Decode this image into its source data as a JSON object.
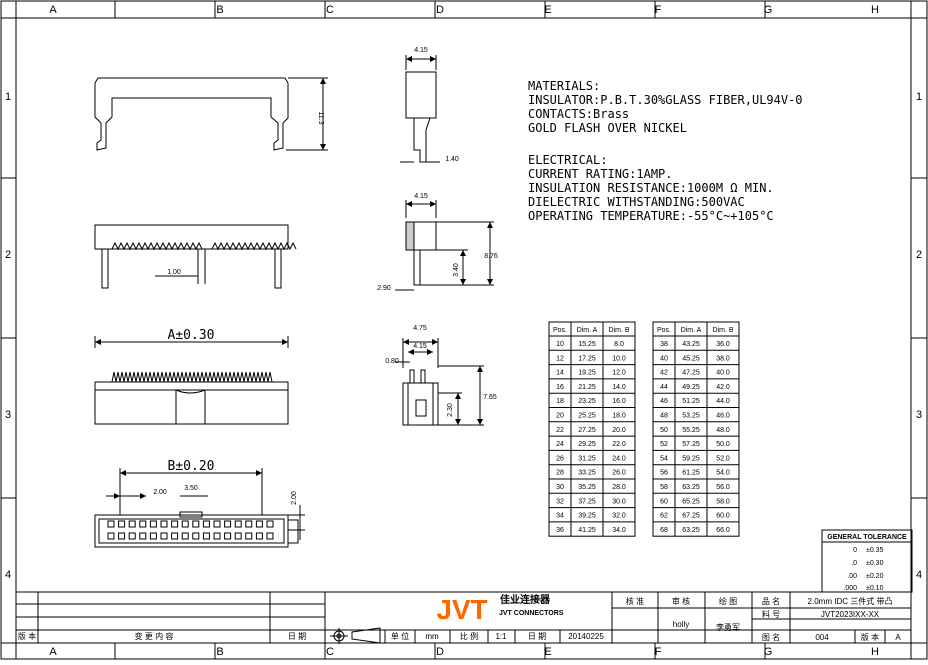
{
  "frame": {
    "columns": [
      "A",
      "B",
      "C",
      "D",
      "E",
      "F",
      "G",
      "H"
    ],
    "rows": [
      "1",
      "2",
      "3",
      "4"
    ]
  },
  "materials": {
    "heading": "MATERIALS:",
    "lines": [
      "INSULATOR:P.B.T.30%GLASS FIBER,UL94V-0",
      "CONTACTS:Brass",
      "GOLD FLASH OVER NICKEL"
    ]
  },
  "electrical": {
    "heading": "ELECTRICAL:",
    "lines": [
      "CURRENT RATING:1AMP.",
      "INSULATION RESISTANCE:1000M Ω MIN.",
      "DIELECTRIC WITHSTANDING:500VAC",
      "OPERATING TEMPERATURE:-55°C~+105°C"
    ]
  },
  "dims": {
    "d415a": "4.15",
    "d113": "11.3",
    "d140": "1.40",
    "d415b": "4.15",
    "d876": "8.76",
    "d340": "3.40",
    "d290": "2.90",
    "d100": "1.00",
    "d475": "4.75",
    "d415c": "4.15",
    "d080": "0.80",
    "d765": "7.65",
    "d230": "2.30",
    "a_tol": "A±0.30",
    "b_tol": "B±0.20",
    "d200a": "2.00",
    "d350": "3.50",
    "d200b": "2.00"
  },
  "table_headers": [
    "Pos.",
    "Dim. A",
    "Dim. B"
  ],
  "table_left": [
    [
      "10",
      "15.25",
      "8.0"
    ],
    [
      "12",
      "17.25",
      "10.0"
    ],
    [
      "14",
      "19.25",
      "12.0"
    ],
    [
      "16",
      "21.25",
      "14.0"
    ],
    [
      "18",
      "23.25",
      "16.0"
    ],
    [
      "20",
      "25.25",
      "18.0"
    ],
    [
      "22",
      "27.25",
      "20.0"
    ],
    [
      "24",
      "29.25",
      "22.0"
    ],
    [
      "26",
      "31.25",
      "24.0"
    ],
    [
      "28",
      "33.25",
      "26.0"
    ],
    [
      "30",
      "35.25",
      "28.0"
    ],
    [
      "32",
      "37.25",
      "30.0"
    ],
    [
      "34",
      "39.25",
      "32.0"
    ],
    [
      "36",
      "41.25",
      "34.0"
    ]
  ],
  "table_right": [
    [
      "38",
      "43.25",
      "36.0"
    ],
    [
      "40",
      "45.25",
      "38.0"
    ],
    [
      "42",
      "47.25",
      "40.0"
    ],
    [
      "44",
      "49.25",
      "42.0"
    ],
    [
      "46",
      "51.25",
      "44.0"
    ],
    [
      "48",
      "53.25",
      "46.0"
    ],
    [
      "50",
      "55.25",
      "48.0"
    ],
    [
      "52",
      "57.25",
      "50.0"
    ],
    [
      "54",
      "59.25",
      "52.0"
    ],
    [
      "56",
      "61.25",
      "54.0"
    ],
    [
      "58",
      "63.25",
      "56.0"
    ],
    [
      "60",
      "65.25",
      "58.0"
    ],
    [
      "62",
      "67.25",
      "60.0"
    ],
    [
      "68",
      "63.25",
      "66.0"
    ]
  ],
  "tolerance": {
    "title": "GENERAL TOLERANCE",
    "rows": [
      [
        "0",
        "±0.35"
      ],
      [
        ".0",
        "±0.30"
      ],
      [
        ".00",
        "±0.20"
      ],
      [
        ".000",
        "±0.10"
      ]
    ]
  },
  "title_block": {
    "rev_label": "版 本",
    "change_label": "变 更 内 容",
    "date_label": "日 期",
    "unit_label": "单 位",
    "unit_value": "mm",
    "scale_label": "比 例",
    "scale_value": "1:1",
    "date_label2": "日 期",
    "date_value": "20140225",
    "logo": "JVT",
    "company_cn": "佳业连接器",
    "company_en": "JVT CONNECTORS",
    "approve_label": "核 准",
    "review_label": "审 核",
    "review_value": "holly",
    "draw_label": "绘 图",
    "draw_value": "李勇军",
    "name_label": "品 名",
    "name_value": "2.0mm IDC 三件式  带凸",
    "part_label": "料 号",
    "part_value": "JVT2023IXX-XX",
    "drawing_no_label": "图 名",
    "drawing_no_value": "004",
    "version_label": "版 本",
    "version_value": "A"
  }
}
